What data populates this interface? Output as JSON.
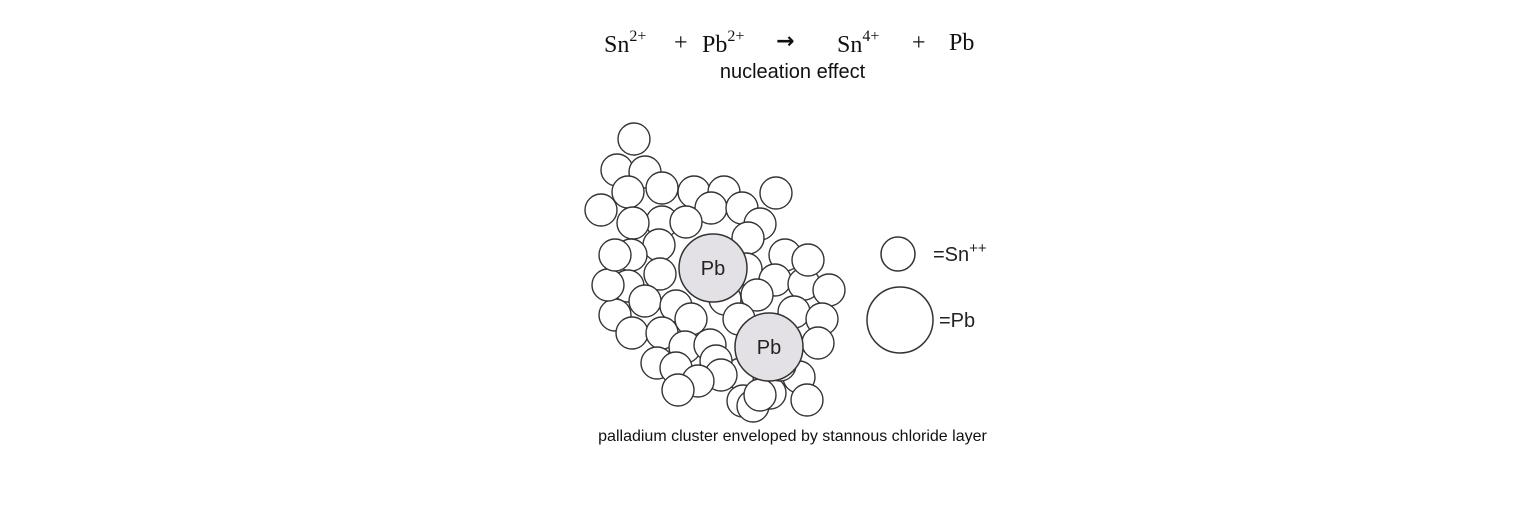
{
  "equation": {
    "sn": "Sn",
    "sn_charge": "2+",
    "plus1": "+",
    "pb": "Pb",
    "pb_charge": "2+",
    "arrow": "→",
    "sn4": "Sn",
    "sn4_charge": "4+",
    "plus2": "+",
    "pb_product": "Pb"
  },
  "subtitle": "nucleation effect",
  "diagram": {
    "pb_label": "Pb",
    "legend": {
      "sn_symbol": "=Sn",
      "sn_charge": "++",
      "pb_symbol": "=Pb"
    },
    "colors": {
      "pb_fill": "#e3e1e6",
      "stroke": "#333333"
    }
  },
  "caption": "palladium cluster enveloped by stannous chloride layer"
}
